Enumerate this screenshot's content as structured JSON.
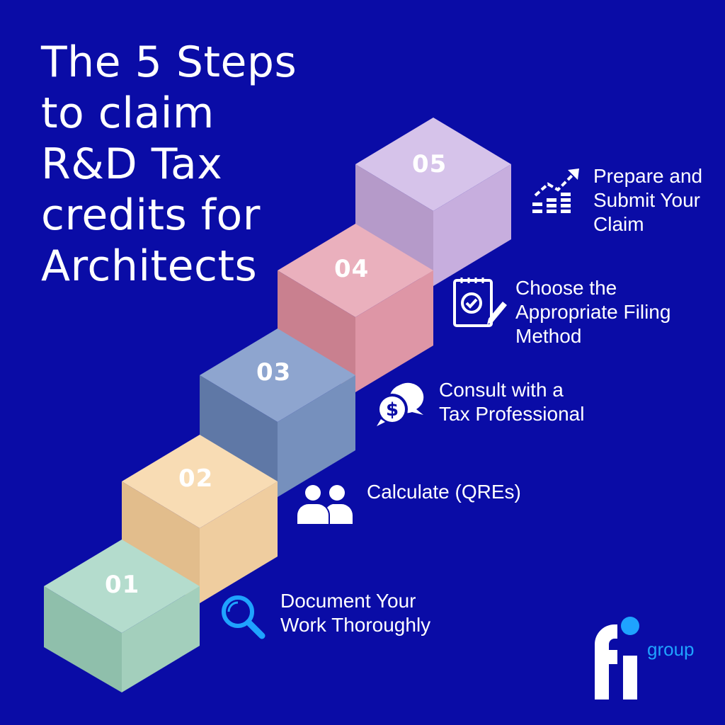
{
  "title": {
    "lines": [
      "The 5 Steps",
      "to claim",
      "R&D Tax",
      "credits for",
      "Architects"
    ]
  },
  "steps": [
    {
      "number": "01",
      "lines": [
        "Document Your",
        "Work Thoroughly"
      ],
      "icon": "magnifier-icon",
      "color": "#a6d3c3"
    },
    {
      "number": "02",
      "lines": [
        "Calculate (QREs)"
      ],
      "icon": "people-icon",
      "color": "#f6d4a6"
    },
    {
      "number": "03",
      "lines": [
        "Consult with a",
        "Tax Professional"
      ],
      "icon": "chat-dollar-icon",
      "color": "#7d97c6"
    },
    {
      "number": "04",
      "lines": [
        "Choose the",
        "Appropriate Filing",
        "Method"
      ],
      "icon": "checklist-pen-icon",
      "color": "#e49aa9"
    },
    {
      "number": "05",
      "lines": [
        "Prepare and",
        "Submit Your",
        "Claim"
      ],
      "icon": "growth-chart-icon",
      "color": "#cdb3e3"
    }
  ],
  "logo": {
    "mark": "fi",
    "text": "group",
    "accent": "#1fa3ff"
  },
  "colors": {
    "background": "#0a0ca6"
  }
}
